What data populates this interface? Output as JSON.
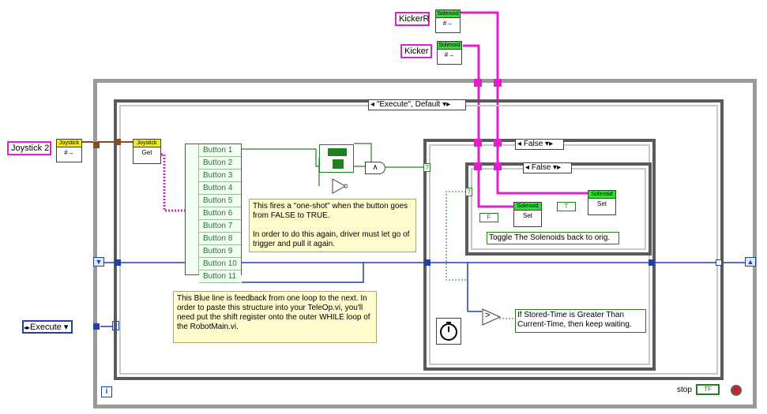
{
  "controls": {
    "kicker_r": "KickerR",
    "kicker": "Kicker",
    "joystick": "Joystick 2",
    "execute": "Execute",
    "execute_arrows": "◂▸",
    "stop": "stop",
    "stop_tf": "TF"
  },
  "vis": {
    "solenoid_header": "Solenoid",
    "joystick_header": "Joystick",
    "ref_glyph": "#→",
    "get_label": "Get",
    "set_label": "Set"
  },
  "buttons": [
    "Button 1",
    "Button 2",
    "Button 3",
    "Button 4",
    "Button 5",
    "Button 6",
    "Button 7",
    "Button 8",
    "Button 9",
    "Button 10",
    "Button 11"
  ],
  "case_structures": {
    "outer_selector": "\"Execute\", Default",
    "false_selector_1": "False",
    "false_selector_2": "False"
  },
  "constants": {
    "f_const": "F",
    "t_const": "T",
    "iteration": "i",
    "and_glyph": "∧",
    "greater_glyph": ">",
    "question": "?"
  },
  "notes": {
    "oneshot": "This fires a \"one-shot\" when the button goes from FALSE to TRUE.\n\nIn order to do this again, driver must let go of trigger and pull it again.",
    "feedback": "This Blue line is feedback from one loop to the next.  In order to paste this structure into your TeleOp.vi, you'll need put the shift register onto the outer WHILE loop of the RobotMain.vi.",
    "toggle": "Toggle The Solenoids back to orig.",
    "stored_time": "If Stored-Time is Greater Than Current-Time, then keep waiting."
  }
}
